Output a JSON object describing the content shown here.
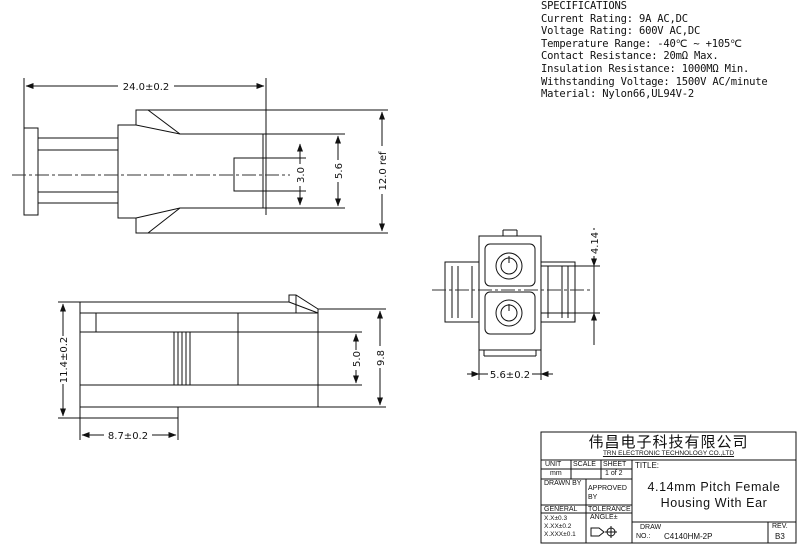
{
  "specs": {
    "heading": "SPECIFICATIONS",
    "lines": [
      "Current Rating: 9A AC,DC",
      "Voltage Rating: 600V AC,DC",
      "Temperature Range: -40℃ ~ +105℃",
      "Contact Resistance: 20mΩ Max.",
      "Insulation Resistance: 1000MΩ Min.",
      "Withstanding Voltage: 1500V AC/minute",
      "Material: Nylon66,UL94V-2"
    ]
  },
  "dimensions": {
    "length": "24.0±0.2",
    "slot": "3.0",
    "inner_width": "5.6",
    "overall_ref": "12.0 ref",
    "height": "11.4±0.2",
    "depth": "8.7±0.2",
    "cavity_height": "5.0",
    "outer_height": "9.8",
    "pitch": "4.14",
    "width": "5.6±0.2"
  },
  "title_block": {
    "company_cn": "伟昌电子科技有限公司",
    "company_en": "TRN ELECTRONIC TECHNOLOGY CO.,LTD",
    "unit_label": "UNIT",
    "unit_value": "mm",
    "scale_label": "SCALE",
    "sheet_label": "SHEET",
    "sheet_value": "1 of 2",
    "title_label": "TITLE:",
    "title_line1": "4.14mm Pitch Female",
    "title_line2": "Housing With Ear",
    "drawn_by": "DRAWN BY",
    "approved_by": "APPROVED BY",
    "general": "GENERAL",
    "tolerance": "TOLERANCE",
    "tol_1": "X.X±0.3",
    "tol_2": "X.XX±0.2",
    "tol_3": "X.XXX±0.1",
    "angle": "ANGLE±",
    "draw_label": "DRAW",
    "no_label": "NO.:",
    "drawing_no": "C4140HM-2P",
    "rev_label": "REV.",
    "rev_value": "B3"
  },
  "colors": {
    "line": "#111111",
    "center_line": "#333333"
  }
}
